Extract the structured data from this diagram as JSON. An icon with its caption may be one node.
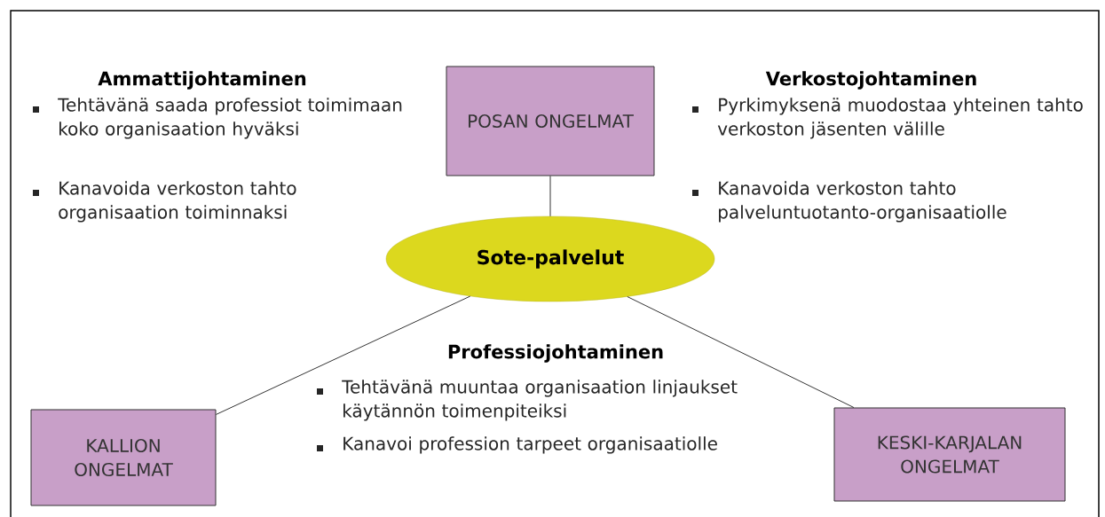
{
  "diagram": {
    "nodes": [
      {
        "text": [
          "POSAN ONGELMAT"
        ]
      },
      {
        "text": [
          "Sote-palvelut"
        ]
      },
      {
        "text": [
          "KALLION ONGELMAT"
        ]
      },
      {
        "text": [
          "KESKI-KARJALAN ONGELMAT"
        ]
      }
    ],
    "edges": [
      {
        "from": 0,
        "to": 1,
        "arrow": "none"
      },
      {
        "from": 1,
        "to": 2,
        "arrow": "none"
      },
      {
        "from": 1,
        "to": 3,
        "arrow": "none"
      }
    ],
    "labels": [
      "Ammattijohtaminen",
      "Tehtävänä saada professiot toimimaan koko organisaation hyväksi",
      "Kanavoida verkoston tahto organisaation toiminnaksi",
      "Verkostojohtaminen",
      "Pyrkimyksenä muodostaa yhteinen tahto verkoston jäsenten välille",
      "Kanavoida verkoston tahto palveluntuotanto-organisaatiolle",
      "Professiojohtaminen",
      "Tehtävänä muuntaa organisaation linjaukset käytännön toimenpiteiksi",
      "Kanavoi profession tarpeet organisaatiolle"
    ]
  }
}
